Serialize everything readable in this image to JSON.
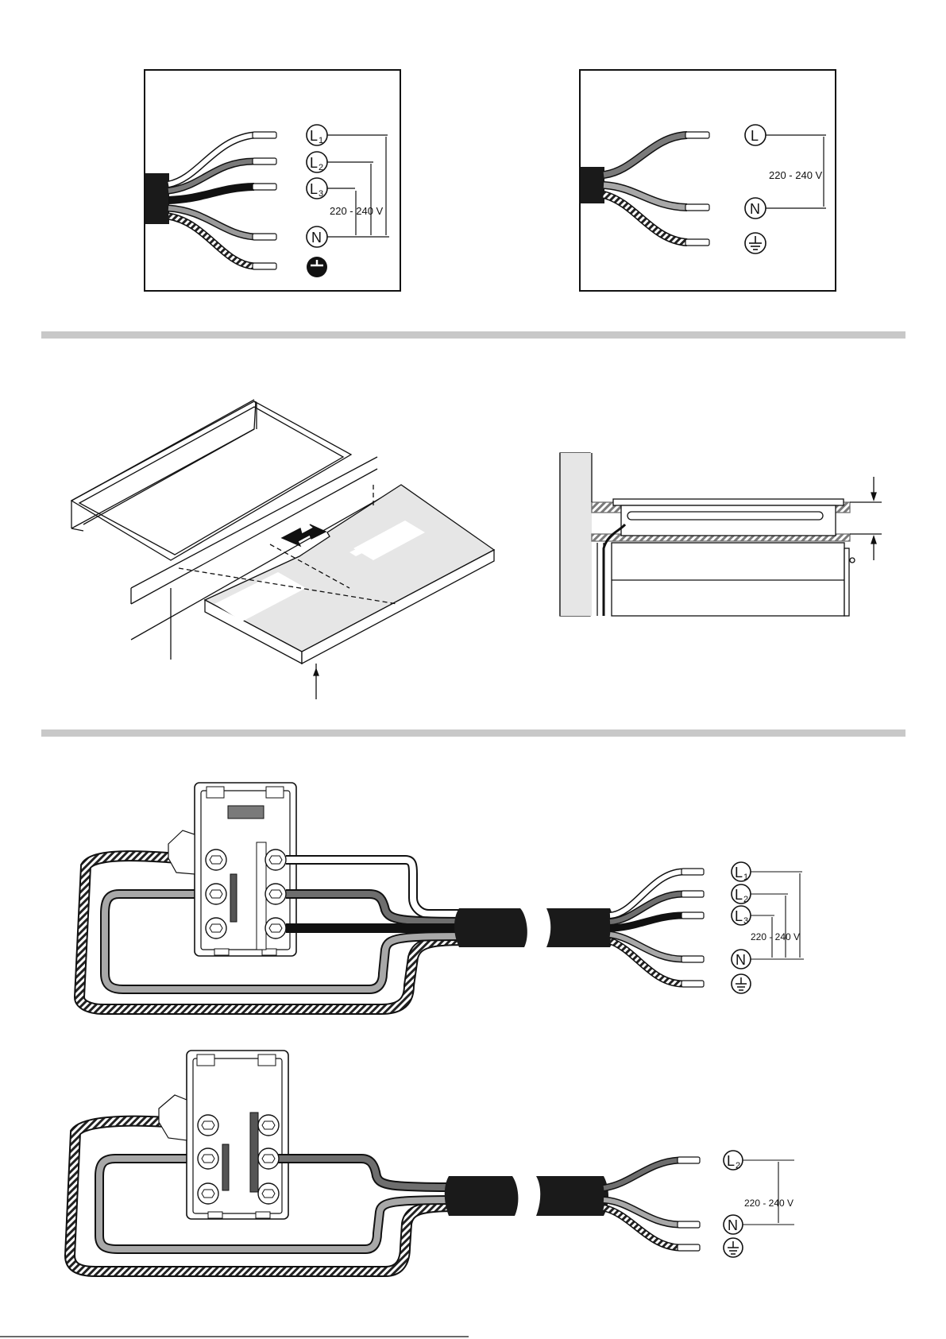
{
  "labels": {
    "L1": "L",
    "L1_sub": "1",
    "L2": "L",
    "L2_sub": "2",
    "L3": "L",
    "L3_sub": "3",
    "L": "L",
    "N": "N",
    "voltage": "220 - 240 V"
  },
  "colors": {
    "divider": "#c8c8c8",
    "cable_black": "#1a1a1a",
    "wire_dark_gray": "#6e6e6e",
    "wire_light_gray": "#a8a8a8",
    "countertop_panel": "#e6e6e6"
  },
  "icons": [
    "ground-icon",
    "terminal-screw-icon",
    "arrow-icon"
  ]
}
